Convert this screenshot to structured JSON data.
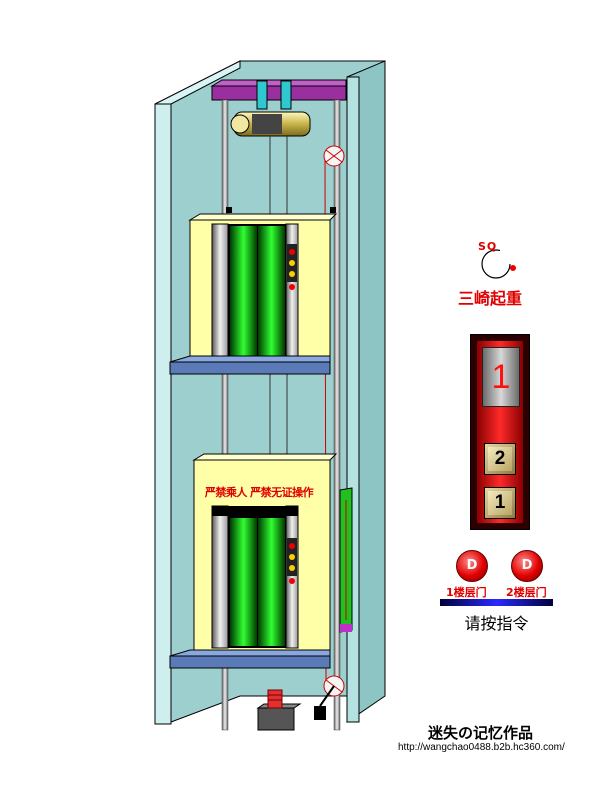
{
  "brand": {
    "logo_text": "SQ",
    "name": "三崎起重"
  },
  "panel": {
    "floor_display": "1",
    "buttons": [
      {
        "label": "2"
      },
      {
        "label": "1"
      }
    ]
  },
  "door_buttons": [
    {
      "icon_text": "D",
      "label": "1楼层门"
    },
    {
      "icon_text": "D",
      "label": "2楼层门"
    }
  ],
  "prompt": "请按指令",
  "elevator_sign": "严禁乘人 严禁无证操作",
  "footer": {
    "author": "迷失の记忆作品",
    "url": "http://wangchao0488.b2b.hc360.com/"
  },
  "colors": {
    "shaft": "#9ecfcf",
    "car_frame": "#ffffa8",
    "door": "#14c814",
    "beam": "#9a30a0",
    "accent_red": "#e00000"
  }
}
